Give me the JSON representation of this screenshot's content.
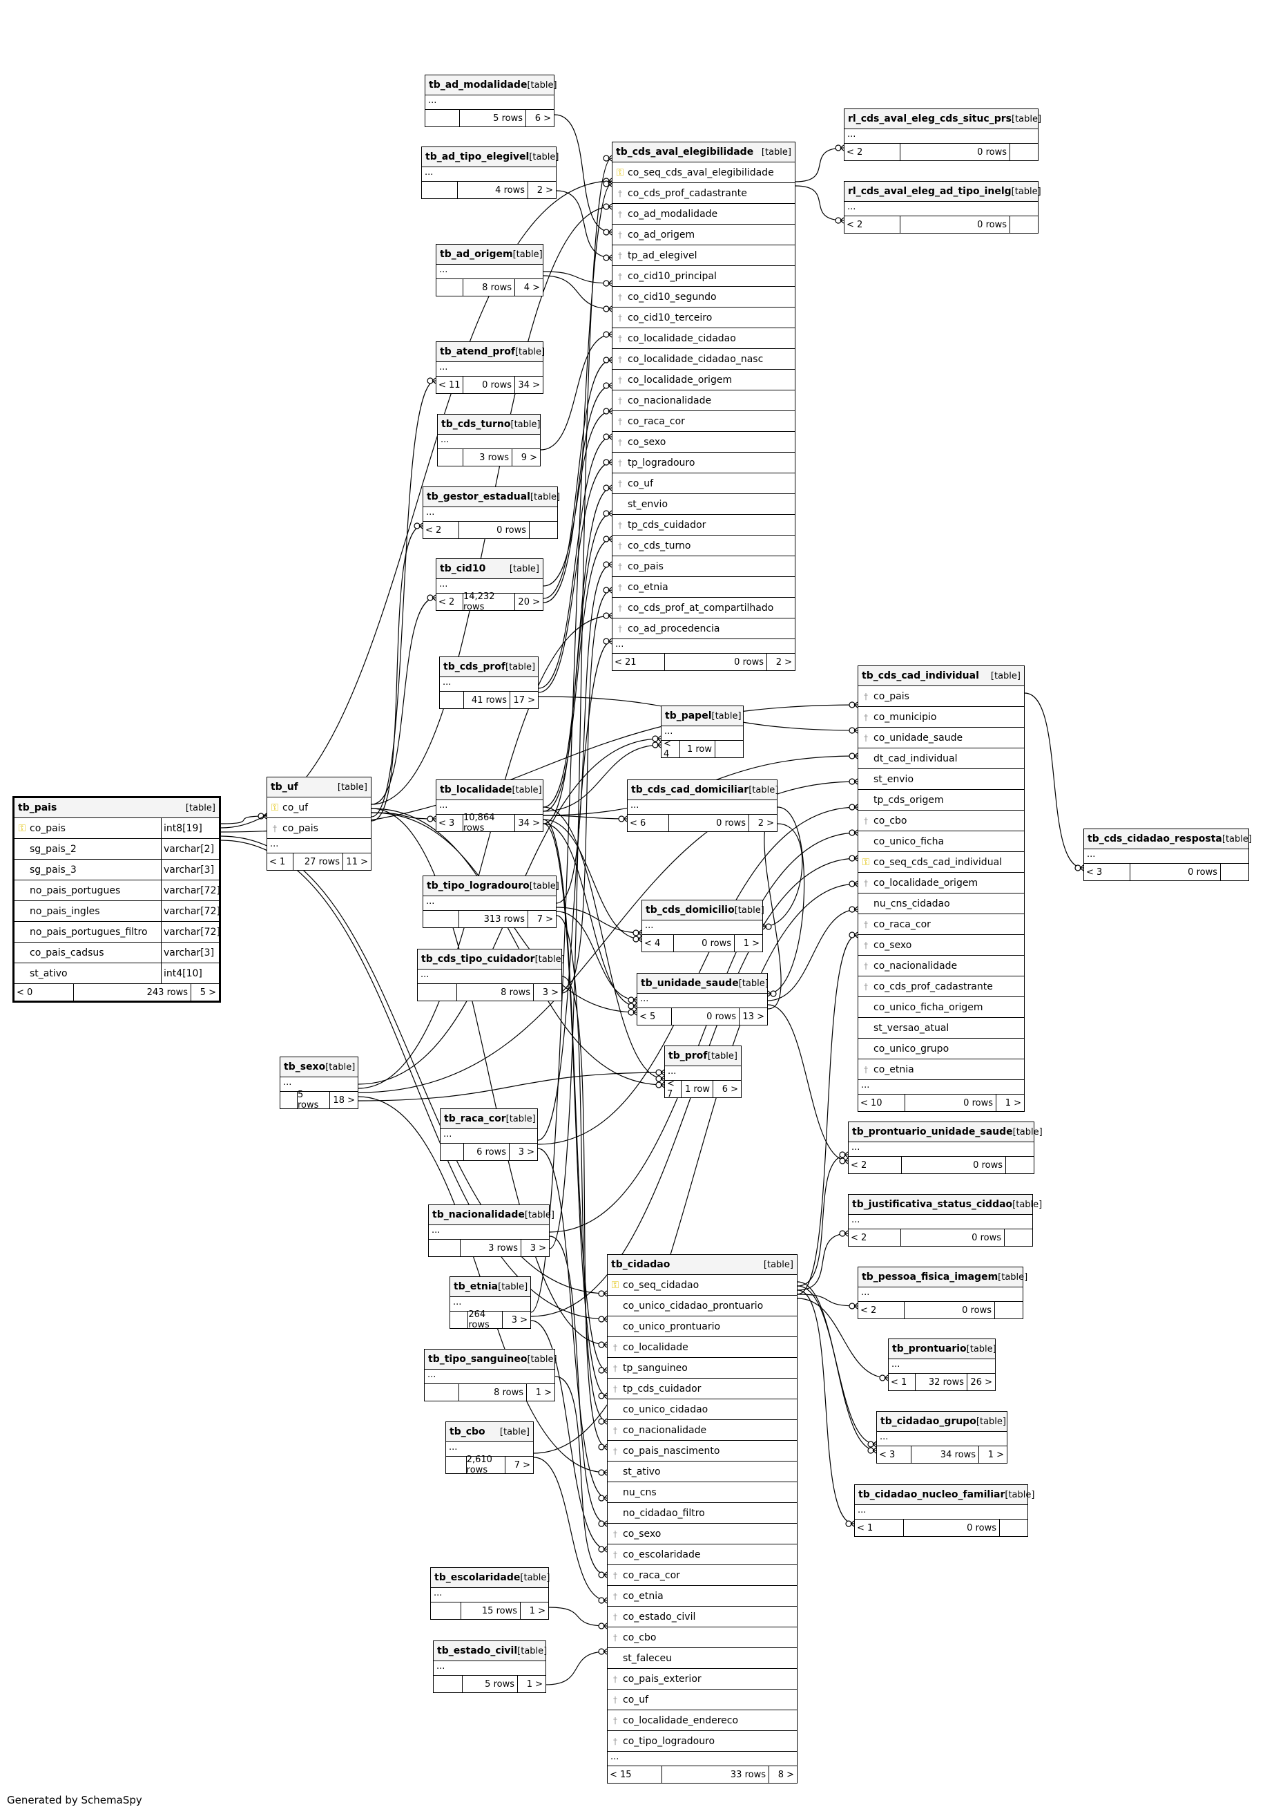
{
  "footer": "Generated by SchemaSpy",
  "tables": [
    {
      "id": "tb_pais",
      "name": "tb_pais",
      "tag": "[table]",
      "main": true,
      "cols": [
        {
          "n": "co_pais",
          "k": "pk",
          "t": "int8[19]"
        },
        {
          "n": "sg_pais_2",
          "k": "",
          "t": "varchar[2]"
        },
        {
          "n": "sg_pais_3",
          "k": "",
          "t": "varchar[3]"
        },
        {
          "n": "no_pais_portugues",
          "k": "",
          "t": "varchar[72]"
        },
        {
          "n": "no_pais_ingles",
          "k": "",
          "t": "varchar[72]"
        },
        {
          "n": "no_pais_portugues_filtro",
          "k": "",
          "t": "varchar[72]"
        },
        {
          "n": "co_pais_cadsus",
          "k": "",
          "t": "varchar[3]"
        },
        {
          "n": "st_ativo",
          "k": "",
          "t": "int4[10]"
        }
      ],
      "dots": false,
      "parents": "< 0",
      "rows": "243 rows",
      "children": "5 >"
    },
    {
      "id": "tb_uf",
      "name": "tb_uf",
      "tag": "[table]",
      "cols": [
        {
          "n": "co_uf",
          "k": "pk"
        },
        {
          "n": "co_pais",
          "k": "fk"
        }
      ],
      "dots": true,
      "parents": "< 1",
      "rows": "27 rows",
      "children": "11 >"
    },
    {
      "id": "tb_ad_modalidade",
      "name": "tb_ad_modalidade",
      "tag": "[table]",
      "cols": [],
      "dots": true,
      "parents": "",
      "rows": "5 rows",
      "children": "6 >"
    },
    {
      "id": "tb_ad_tipo_elegivel",
      "name": "tb_ad_tipo_elegivel",
      "tag": "[table]",
      "cols": [],
      "dots": true,
      "parents": "",
      "rows": "4 rows",
      "children": "2 >"
    },
    {
      "id": "tb_ad_origem",
      "name": "tb_ad_origem",
      "tag": "[table]",
      "cols": [],
      "dots": true,
      "parents": "",
      "rows": "8 rows",
      "children": "4 >"
    },
    {
      "id": "tb_atend_prof",
      "name": "tb_atend_prof",
      "tag": "[table]",
      "cols": [],
      "dots": true,
      "parents": "< 11",
      "rows": "0 rows",
      "children": "34 >"
    },
    {
      "id": "tb_cds_turno",
      "name": "tb_cds_turno",
      "tag": "[table]",
      "cols": [],
      "dots": true,
      "parents": "",
      "rows": "3 rows",
      "children": "9 >"
    },
    {
      "id": "tb_gestor_estadual",
      "name": "tb_gestor_estadual",
      "tag": "[table]",
      "cols": [],
      "dots": true,
      "parents": "< 2",
      "rows": "0 rows",
      "children": ""
    },
    {
      "id": "tb_cid10",
      "name": "tb_cid10",
      "tag": "[table]",
      "cols": [],
      "dots": true,
      "parents": "< 2",
      "rows": "14,232 rows",
      "children": "20 >"
    },
    {
      "id": "tb_cds_prof",
      "name": "tb_cds_prof",
      "tag": "[table]",
      "cols": [],
      "dots": true,
      "parents": "",
      "rows": "41 rows",
      "children": "17 >"
    },
    {
      "id": "tb_localidade",
      "name": "tb_localidade",
      "tag": "[table]",
      "cols": [],
      "dots": true,
      "parents": "< 3",
      "rows": "10,864 rows",
      "children": "34 >"
    },
    {
      "id": "tb_tipo_logradouro",
      "name": "tb_tipo_logradouro",
      "tag": "[table]",
      "cols": [],
      "dots": true,
      "parents": "",
      "rows": "313 rows",
      "children": "7 >"
    },
    {
      "id": "tb_cds_tipo_cuidador",
      "name": "tb_cds_tipo_cuidador",
      "tag": "[table]",
      "cols": [],
      "dots": true,
      "parents": "",
      "rows": "8 rows",
      "children": "3 >"
    },
    {
      "id": "tb_sexo",
      "name": "tb_sexo",
      "tag": "[table]",
      "cols": [],
      "dots": true,
      "parents": "",
      "rows": "5 rows",
      "children": "18 >"
    },
    {
      "id": "tb_raca_cor",
      "name": "tb_raca_cor",
      "tag": "[table]",
      "cols": [],
      "dots": true,
      "parents": "",
      "rows": "6 rows",
      "children": "3 >"
    },
    {
      "id": "tb_nacionalidade",
      "name": "tb_nacionalidade",
      "tag": "[table]",
      "cols": [],
      "dots": true,
      "parents": "",
      "rows": "3 rows",
      "children": "3 >"
    },
    {
      "id": "tb_etnia",
      "name": "tb_etnia",
      "tag": "[table]",
      "cols": [],
      "dots": true,
      "parents": "",
      "rows": "264 rows",
      "children": "3 >"
    },
    {
      "id": "tb_tipo_sanguineo",
      "name": "tb_tipo_sanguineo",
      "tag": "[table]",
      "cols": [],
      "dots": true,
      "parents": "",
      "rows": "8 rows",
      "children": "1 >"
    },
    {
      "id": "tb_cbo",
      "name": "tb_cbo",
      "tag": "[table]",
      "cols": [],
      "dots": true,
      "parents": "",
      "rows": "2,610 rows",
      "children": "7 >"
    },
    {
      "id": "tb_escolaridade",
      "name": "tb_escolaridade",
      "tag": "[table]",
      "cols": [],
      "dots": true,
      "parents": "",
      "rows": "15 rows",
      "children": "1 >"
    },
    {
      "id": "tb_estado_civil",
      "name": "tb_estado_civil",
      "tag": "[table]",
      "cols": [],
      "dots": true,
      "parents": "",
      "rows": "5 rows",
      "children": "1 >"
    },
    {
      "id": "tb_cds_aval_elegibilidade",
      "name": "tb_cds_aval_elegibilidade",
      "tag": "[table]",
      "cols": [
        {
          "n": "co_seq_cds_aval_elegibilidade",
          "k": "pk"
        },
        {
          "n": "co_cds_prof_cadastrante",
          "k": "fk"
        },
        {
          "n": "co_ad_modalidade",
          "k": "fk"
        },
        {
          "n": "co_ad_origem",
          "k": "fk"
        },
        {
          "n": "tp_ad_elegivel",
          "k": "fk"
        },
        {
          "n": "co_cid10_principal",
          "k": "fk"
        },
        {
          "n": "co_cid10_segundo",
          "k": "fk"
        },
        {
          "n": "co_cid10_terceiro",
          "k": "fk"
        },
        {
          "n": "co_localidade_cidadao",
          "k": "fk"
        },
        {
          "n": "co_localidade_cidadao_nasc",
          "k": "fk"
        },
        {
          "n": "co_localidade_origem",
          "k": "fk"
        },
        {
          "n": "co_nacionalidade",
          "k": "fk"
        },
        {
          "n": "co_raca_cor",
          "k": "fk"
        },
        {
          "n": "co_sexo",
          "k": "fk"
        },
        {
          "n": "tp_logradouro",
          "k": "fk"
        },
        {
          "n": "co_uf",
          "k": "fk"
        },
        {
          "n": "st_envio",
          "k": ""
        },
        {
          "n": "tp_cds_cuidador",
          "k": "fk"
        },
        {
          "n": "co_cds_turno",
          "k": "fk"
        },
        {
          "n": "co_pais",
          "k": "fk"
        },
        {
          "n": "co_etnia",
          "k": "fk"
        },
        {
          "n": "co_cds_prof_at_compartilhado",
          "k": "fk"
        },
        {
          "n": "co_ad_procedencia",
          "k": "fk"
        }
      ],
      "dots": true,
      "parents": "< 21",
      "rows": "0 rows",
      "children": "2 >"
    },
    {
      "id": "tb_papel",
      "name": "tb_papel",
      "tag": "[table]",
      "cols": [],
      "dots": true,
      "parents": "< 4",
      "rows": "1 row",
      "children": ""
    },
    {
      "id": "tb_cds_cad_domiciliar",
      "name": "tb_cds_cad_domiciliar",
      "tag": "[table]",
      "cols": [],
      "dots": true,
      "parents": "< 6",
      "rows": "0 rows",
      "children": "2 >"
    },
    {
      "id": "tb_cds_domicilio",
      "name": "tb_cds_domicilio",
      "tag": "[table]",
      "cols": [],
      "dots": true,
      "parents": "< 4",
      "rows": "0 rows",
      "children": "1 >"
    },
    {
      "id": "tb_unidade_saude",
      "name": "tb_unidade_saude",
      "tag": "[table]",
      "cols": [],
      "dots": true,
      "parents": "< 5",
      "rows": "0 rows",
      "children": "13 >"
    },
    {
      "id": "tb_prof",
      "name": "tb_prof",
      "tag": "[table]",
      "cols": [],
      "dots": true,
      "parents": "< 7",
      "rows": "1 row",
      "children": "6 >"
    },
    {
      "id": "tb_cidadao",
      "name": "tb_cidadao",
      "tag": "[table]",
      "cols": [
        {
          "n": "co_seq_cidadao",
          "k": "pk"
        },
        {
          "n": "co_unico_cidadao_prontuario",
          "k": ""
        },
        {
          "n": "co_unico_prontuario",
          "k": ""
        },
        {
          "n": "co_localidade",
          "k": "fk"
        },
        {
          "n": "tp_sanguineo",
          "k": "fk"
        },
        {
          "n": "tp_cds_cuidador",
          "k": "fk"
        },
        {
          "n": "co_unico_cidadao",
          "k": ""
        },
        {
          "n": "co_nacionalidade",
          "k": "fk"
        },
        {
          "n": "co_pais_nascimento",
          "k": "fk"
        },
        {
          "n": "st_ativo",
          "k": ""
        },
        {
          "n": "nu_cns",
          "k": ""
        },
        {
          "n": "no_cidadao_filtro",
          "k": ""
        },
        {
          "n": "co_sexo",
          "k": "fk"
        },
        {
          "n": "co_escolaridade",
          "k": "fk"
        },
        {
          "n": "co_raca_cor",
          "k": "fk"
        },
        {
          "n": "co_etnia",
          "k": "fk"
        },
        {
          "n": "co_estado_civil",
          "k": "fk"
        },
        {
          "n": "co_cbo",
          "k": "fk"
        },
        {
          "n": "st_faleceu",
          "k": ""
        },
        {
          "n": "co_pais_exterior",
          "k": "fk"
        },
        {
          "n": "co_uf",
          "k": "fk"
        },
        {
          "n": "co_localidade_endereco",
          "k": "fk"
        },
        {
          "n": "co_tipo_logradouro",
          "k": "fk"
        }
      ],
      "dots": true,
      "parents": "< 15",
      "rows": "33 rows",
      "children": "8 >"
    },
    {
      "id": "rl_cds_aval_eleg_cds_situc_prs",
      "name": "rl_cds_aval_eleg_cds_situc_prs",
      "tag": "[table]",
      "cols": [],
      "dots": true,
      "parents": "< 2",
      "rows": "0 rows",
      "children": ""
    },
    {
      "id": "rl_cds_aval_eleg_ad_tipo_inelg",
      "name": "rl_cds_aval_eleg_ad_tipo_inelg",
      "tag": "[table]",
      "cols": [],
      "dots": true,
      "parents": "< 2",
      "rows": "0 rows",
      "children": ""
    },
    {
      "id": "tb_cds_cad_individual",
      "name": "tb_cds_cad_individual",
      "tag": "[table]",
      "cols": [
        {
          "n": "co_pais",
          "k": "fk"
        },
        {
          "n": "co_municipio",
          "k": "fk"
        },
        {
          "n": "co_unidade_saude",
          "k": "fk"
        },
        {
          "n": "dt_cad_individual",
          "k": ""
        },
        {
          "n": "st_envio",
          "k": ""
        },
        {
          "n": "tp_cds_origem",
          "k": ""
        },
        {
          "n": "co_cbo",
          "k": "fk"
        },
        {
          "n": "co_unico_ficha",
          "k": ""
        },
        {
          "n": "co_seq_cds_cad_individual",
          "k": "pk"
        },
        {
          "n": "co_localidade_origem",
          "k": "fk"
        },
        {
          "n": "nu_cns_cidadao",
          "k": ""
        },
        {
          "n": "co_raca_cor",
          "k": "fk"
        },
        {
          "n": "co_sexo",
          "k": "fk"
        },
        {
          "n": "co_nacionalidade",
          "k": "fk"
        },
        {
          "n": "co_cds_prof_cadastrante",
          "k": "fk"
        },
        {
          "n": "co_unico_ficha_origem",
          "k": ""
        },
        {
          "n": "st_versao_atual",
          "k": ""
        },
        {
          "n": "co_unico_grupo",
          "k": ""
        },
        {
          "n": "co_etnia",
          "k": "fk"
        }
      ],
      "dots": true,
      "parents": "< 10",
      "rows": "0 rows",
      "children": "1 >"
    },
    {
      "id": "tb_cds_cidadao_resposta",
      "name": "tb_cds_cidadao_resposta",
      "tag": "[table]",
      "cols": [],
      "dots": true,
      "parents": "< 3",
      "rows": "0 rows",
      "children": ""
    },
    {
      "id": "tb_prontuario_unidade_saude",
      "name": "tb_prontuario_unidade_saude",
      "tag": "[table]",
      "cols": [],
      "dots": true,
      "parents": "< 2",
      "rows": "0 rows",
      "children": ""
    },
    {
      "id": "tb_justificativa_status_ciddao",
      "name": "tb_justificativa_status_ciddao",
      "tag": "[table]",
      "cols": [],
      "dots": true,
      "parents": "< 2",
      "rows": "0 rows",
      "children": ""
    },
    {
      "id": "tb_pessoa_fisica_imagem",
      "name": "tb_pessoa_fisica_imagem",
      "tag": "[table]",
      "cols": [],
      "dots": true,
      "parents": "< 2",
      "rows": "0 rows",
      "children": ""
    },
    {
      "id": "tb_prontuario",
      "name": "tb_prontuario",
      "tag": "[table]",
      "cols": [],
      "dots": true,
      "parents": "< 1",
      "rows": "32 rows",
      "children": "26 >"
    },
    {
      "id": "tb_cidadao_grupo",
      "name": "tb_cidadao_grupo",
      "tag": "[table]",
      "cols": [],
      "dots": true,
      "parents": "< 3",
      "rows": "34 rows",
      "children": "1 >"
    },
    {
      "id": "tb_cidadao_nucleo_familiar",
      "name": "tb_cidadao_nucleo_familiar",
      "tag": "[table]",
      "cols": [],
      "dots": true,
      "parents": "< 1",
      "rows": "0 rows",
      "children": ""
    }
  ],
  "relations": [
    [
      "tb_pais",
      "tb_uf"
    ],
    [
      "tb_pais",
      "tb_cds_aval_elegibilidade"
    ],
    [
      "tb_pais",
      "tb_cds_cad_individual"
    ],
    [
      "tb_pais",
      "tb_cidadao"
    ],
    [
      "tb_pais",
      "tb_cidadao"
    ],
    [
      "tb_uf",
      "tb_cds_aval_elegibilidade"
    ],
    [
      "tb_uf",
      "tb_cidadao"
    ],
    [
      "tb_uf",
      "tb_localidade"
    ],
    [
      "tb_uf",
      "tb_atend_prof"
    ],
    [
      "tb_uf",
      "tb_gestor_estadual"
    ],
    [
      "tb_uf",
      "tb_cid10"
    ],
    [
      "tb_uf",
      "tb_prof"
    ],
    [
      "tb_uf",
      "tb_unidade_saude"
    ],
    [
      "tb_ad_modalidade",
      "tb_cds_aval_elegibilidade"
    ],
    [
      "tb_ad_tipo_elegivel",
      "tb_cds_aval_elegibilidade"
    ],
    [
      "tb_ad_origem",
      "tb_cds_aval_elegibilidade"
    ],
    [
      "tb_ad_origem",
      "tb_cds_aval_elegibilidade"
    ],
    [
      "tb_cds_turno",
      "tb_cds_aval_elegibilidade"
    ],
    [
      "tb_cid10",
      "tb_cds_aval_elegibilidade"
    ],
    [
      "tb_cid10",
      "tb_cds_aval_elegibilidade"
    ],
    [
      "tb_cid10",
      "tb_cds_aval_elegibilidade"
    ],
    [
      "tb_cds_prof",
      "tb_cds_aval_elegibilidade"
    ],
    [
      "tb_cds_prof",
      "tb_cds_aval_elegibilidade"
    ],
    [
      "tb_cds_prof",
      "tb_cds_cad_individual"
    ],
    [
      "tb_localidade",
      "tb_cds_aval_elegibilidade"
    ],
    [
      "tb_localidade",
      "tb_cds_aval_elegibilidade"
    ],
    [
      "tb_localidade",
      "tb_cds_aval_elegibilidade"
    ],
    [
      "tb_localidade",
      "tb_cds_cad_domiciliar"
    ],
    [
      "tb_localidade",
      "tb_cds_domicilio"
    ],
    [
      "tb_localidade",
      "tb_unidade_saude"
    ],
    [
      "tb_localidade",
      "tb_prof"
    ],
    [
      "tb_localidade",
      "tb_papel"
    ],
    [
      "tb_localidade",
      "tb_cds_cad_individual"
    ],
    [
      "tb_localidade",
      "tb_cidadao"
    ],
    [
      "tb_localidade",
      "tb_cidadao"
    ],
    [
      "tb_tipo_logradouro",
      "tb_cds_aval_elegibilidade"
    ],
    [
      "tb_tipo_logradouro",
      "tb_cds_domicilio"
    ],
    [
      "tb_tipo_logradouro",
      "tb_unidade_saude"
    ],
    [
      "tb_tipo_logradouro",
      "tb_cidadao"
    ],
    [
      "tb_cds_tipo_cuidador",
      "tb_cds_aval_elegibilidade"
    ],
    [
      "tb_cds_tipo_cuidador",
      "tb_cidadao"
    ],
    [
      "tb_sexo",
      "tb_cds_aval_elegibilidade"
    ],
    [
      "tb_sexo",
      "tb_cds_cad_individual"
    ],
    [
      "tb_sexo",
      "tb_cidadao"
    ],
    [
      "tb_sexo",
      "tb_prof"
    ],
    [
      "tb_sexo",
      "tb_papel"
    ],
    [
      "tb_raca_cor",
      "tb_cds_aval_elegibilidade"
    ],
    [
      "tb_raca_cor",
      "tb_cds_cad_individual"
    ],
    [
      "tb_raca_cor",
      "tb_cidadao"
    ],
    [
      "tb_nacionalidade",
      "tb_cds_aval_elegibilidade"
    ],
    [
      "tb_nacionalidade",
      "tb_cds_cad_individual"
    ],
    [
      "tb_nacionalidade",
      "tb_cidadao"
    ],
    [
      "tb_etnia",
      "tb_cds_aval_elegibilidade"
    ],
    [
      "tb_etnia",
      "tb_cds_cad_individual"
    ],
    [
      "tb_etnia",
      "tb_cidadao"
    ],
    [
      "tb_tipo_sanguineo",
      "tb_cidadao"
    ],
    [
      "tb_cbo",
      "tb_cds_cad_individual"
    ],
    [
      "tb_cbo",
      "tb_cidadao"
    ],
    [
      "tb_escolaridade",
      "tb_cidadao"
    ],
    [
      "tb_estado_civil",
      "tb_cidadao"
    ],
    [
      "tb_unidade_saude",
      "tb_cds_cad_individual"
    ],
    [
      "tb_unidade_saude",
      "tb_prontuario_unidade_saude"
    ],
    [
      "tb_unidade_saude",
      "tb_cds_cad_domiciliar"
    ],
    [
      "tb_cds_aval_elegibilidade",
      "rl_cds_aval_eleg_cds_situc_prs"
    ],
    [
      "tb_cds_aval_elegibilidade",
      "rl_cds_aval_eleg_ad_tipo_inelg"
    ],
    [
      "tb_cds_cad_individual",
      "tb_cds_cidadao_resposta"
    ],
    [
      "tb_cidadao",
      "tb_prontuario_unidade_saude"
    ],
    [
      "tb_cidadao",
      "tb_justificativa_status_ciddao"
    ],
    [
      "tb_cidadao",
      "tb_pessoa_fisica_imagem"
    ],
    [
      "tb_cidadao",
      "tb_prontuario"
    ],
    [
      "tb_cidadao",
      "tb_cidadao_grupo"
    ],
    [
      "tb_cidadao",
      "tb_cidadao_grupo"
    ],
    [
      "tb_cidadao",
      "tb_cidadao_nucleo_familiar"
    ],
    [
      "tb_cidadao",
      "tb_cds_cad_individual"
    ],
    [
      "tb_cds_cad_domiciliar",
      "tb_cds_domicilio"
    ],
    [
      "tb_cds_cad_domiciliar",
      "tb_unidade_saude"
    ]
  ]
}
